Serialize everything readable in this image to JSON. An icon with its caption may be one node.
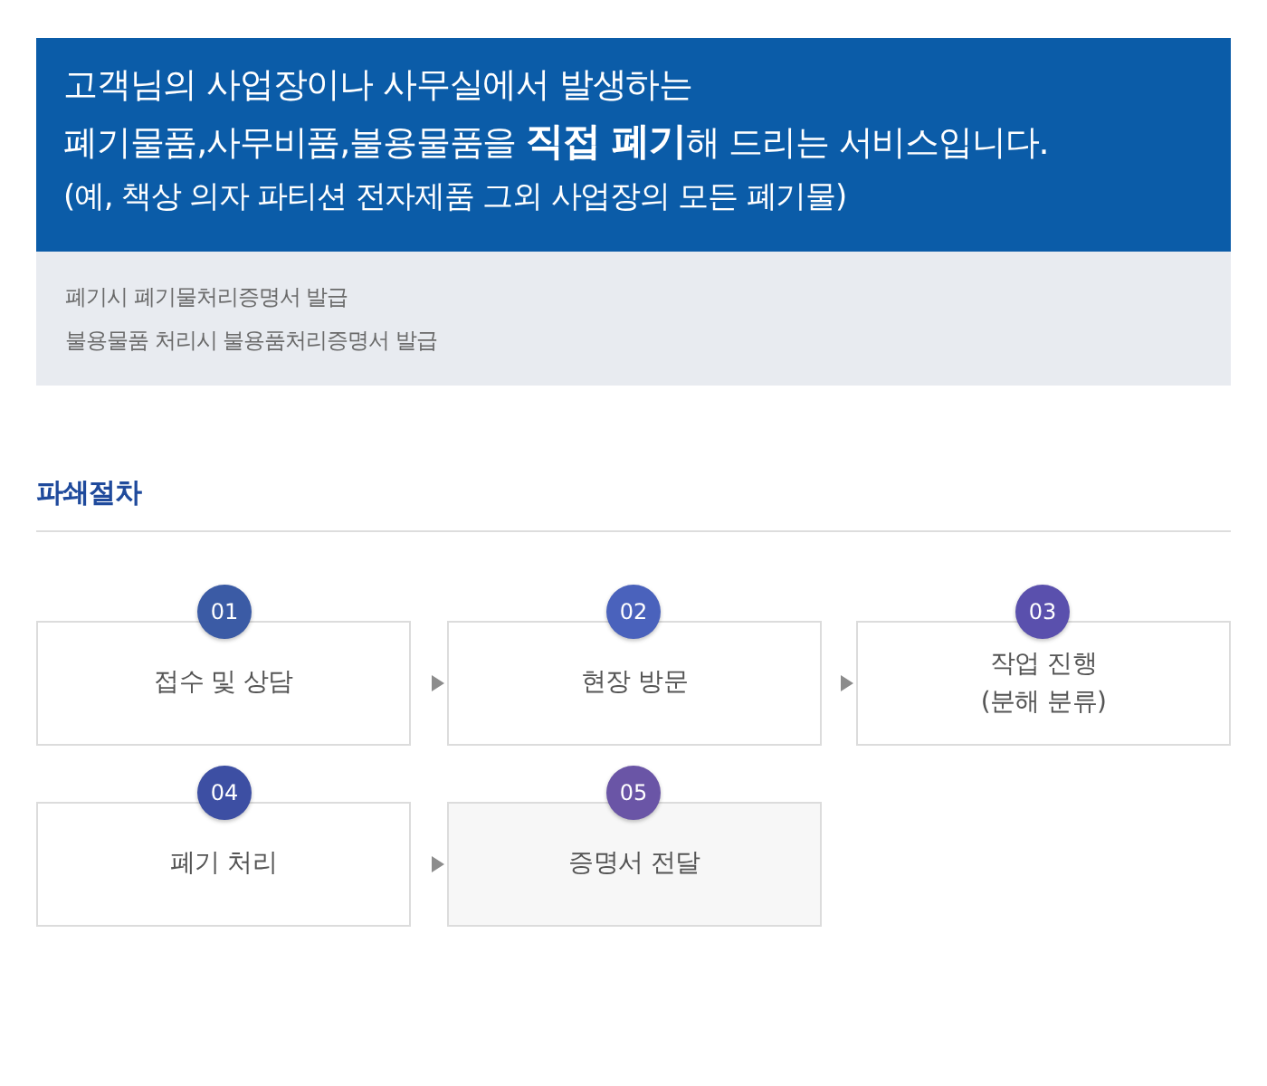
{
  "diagram": {
    "nodes": [
      {
        "text": [
          "고객님의 사업장이나 사무실에서 발생하는 폐기물품,사무비품,불용물품을 **직접 폐기**해 드리는 서비스입니다.",
          "(예, 책상 의자 파티션 전자제품 그외 사업장의 모든 폐기물)"
        ]
      },
      {
        "text": [
          "폐기시 폐기물처리증명서 발급",
          "불용물품 처리시 불용품처리증명서 발급"
        ]
      },
      {
        "text": [
          "01"
        ]
      },
      {
        "text": [
          "접수 및 상담"
        ]
      },
      {
        "text": [
          "02"
        ]
      },
      {
        "text": [
          "현장 방문"
        ]
      },
      {
        "text": [
          "03"
        ]
      },
      {
        "text": [
          "작업 진행 (분해 분류)"
        ]
      },
      {
        "text": [
          "04"
        ]
      },
      {
        "text": [
          "폐기 처리"
        ]
      },
      {
        "text": [
          "05"
        ]
      },
      {
        "text": [
          "증명서 전달"
        ]
      }
    ],
    "edges": [
      {
        "from": 3,
        "to": 5,
        "arrow": "to"
      },
      {
        "from": 5,
        "to": 7,
        "arrow": "to"
      },
      {
        "from": 9,
        "to": 11,
        "arrow": "to"
      }
    ],
    "labels": [
      "파쇄절차"
    ]
  }
}
